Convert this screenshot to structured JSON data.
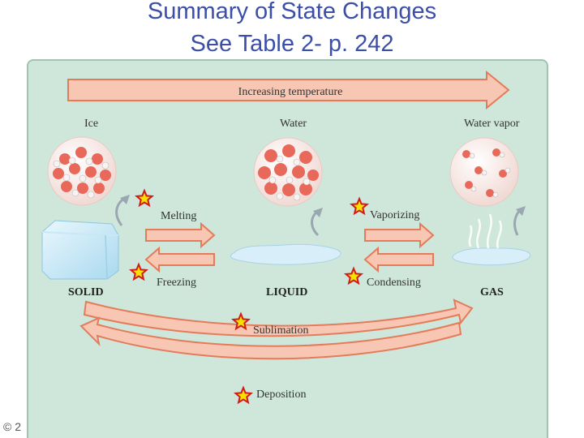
{
  "title_line1": "Summary of State Changes",
  "title_line2": "See Table 2- p. 242",
  "corner_text": "© 2",
  "diagram": {
    "top_arrow": "Increasing temperature",
    "states": [
      {
        "label": "Ice",
        "phase": "SOLID"
      },
      {
        "label": "Water",
        "phase": "LIQUID"
      },
      {
        "label": "Water vapor",
        "phase": "GAS"
      }
    ],
    "processes": {
      "melting": "Melting",
      "freezing": "Freezing",
      "vaporizing": "Vaporizing",
      "condensing": "Condensing",
      "sublimation": "Sublimation",
      "deposition": "Deposition"
    }
  },
  "colors": {
    "title": "#3b4fa8",
    "panel": "#cfe7db",
    "arrow_fill": "#f7c7b3",
    "arrow_stroke": "#e47b5a",
    "star": "#f5e000",
    "star_stroke": "#d21a1a"
  }
}
